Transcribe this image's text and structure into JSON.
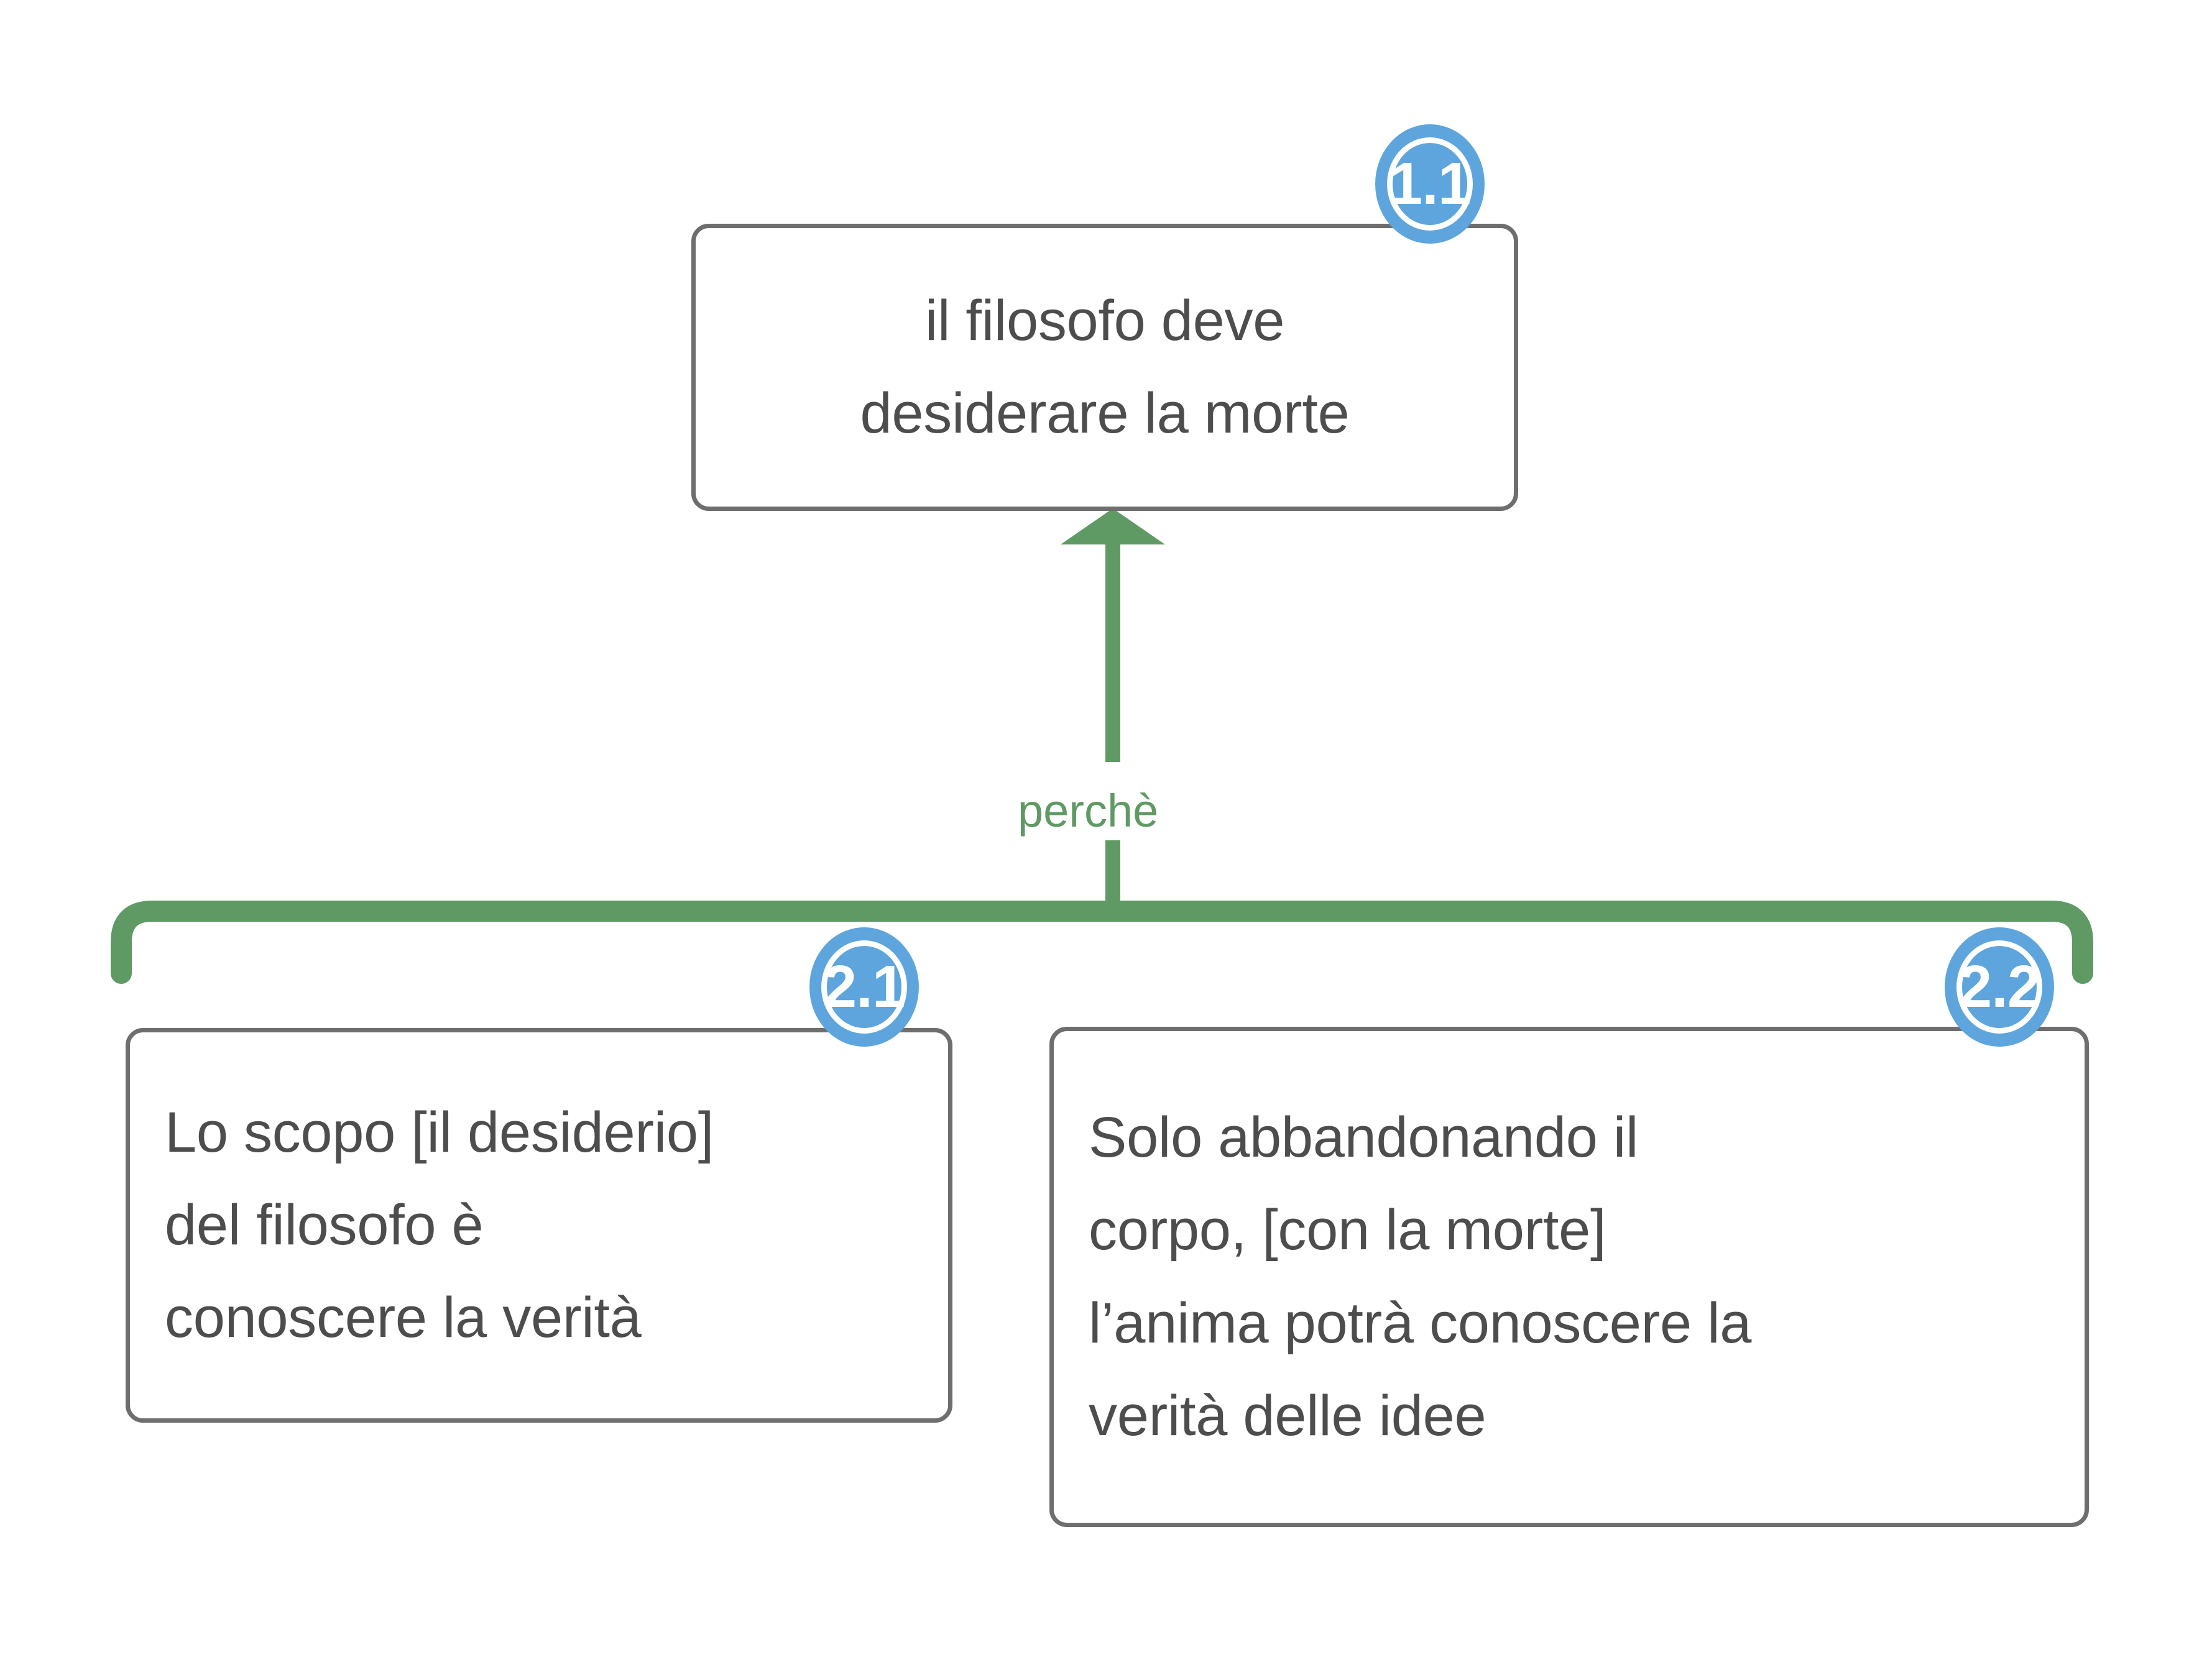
{
  "diagram": {
    "type": "argument-map",
    "title_text": "il filosofo deve desiderare la morte",
    "background_color": "#ffffff",
    "palette": {
      "node_border": "#6e6e6e",
      "node_text": "#4d4d4d",
      "badge_fill": "#5ea5dd",
      "badge_text": "#ffffff",
      "connector_green": "#5f9a64",
      "edge_label_text": "#5f9a64"
    },
    "nodes": [
      {
        "id": "1.1",
        "badge": "1.1",
        "text": "il filosofo deve\ndesiderare la morte",
        "align": "center",
        "level": 1
      },
      {
        "id": "2.1",
        "badge": "2.1",
        "text": "Lo scopo [il desiderio]\ndel filosofo è\nconoscere la verità",
        "align": "left",
        "level": 2
      },
      {
        "id": "2.2",
        "badge": "2.2",
        "text": "Solo abbandonando il\ncorpo, [con la morte]\nl’anima potrà conoscere la\nverità delle idee",
        "align": "left",
        "level": 2
      }
    ],
    "edges": [
      {
        "from": [
          "2.1",
          "2.2"
        ],
        "to": "1.1",
        "label": "perchè",
        "style": "green-arrow-with-bracket",
        "direction": "up"
      }
    ]
  }
}
